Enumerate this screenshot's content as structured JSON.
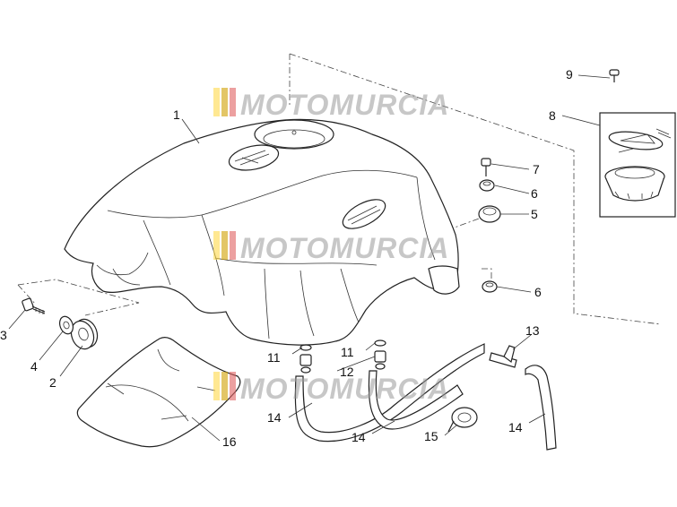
{
  "watermark": {
    "text": "MOTOMURCIA"
  },
  "callouts": {
    "c1": "1",
    "c2": "2",
    "c3": "3",
    "c4": "4",
    "c5": "5",
    "c6a": "6",
    "c6b": "6",
    "c7": "7",
    "c8": "8",
    "c9": "9",
    "c11a": "11",
    "c11b": "11",
    "c12": "12",
    "c13": "13",
    "c14a": "14",
    "c14b": "14",
    "c14c": "14",
    "c15": "15",
    "c16": "16"
  }
}
